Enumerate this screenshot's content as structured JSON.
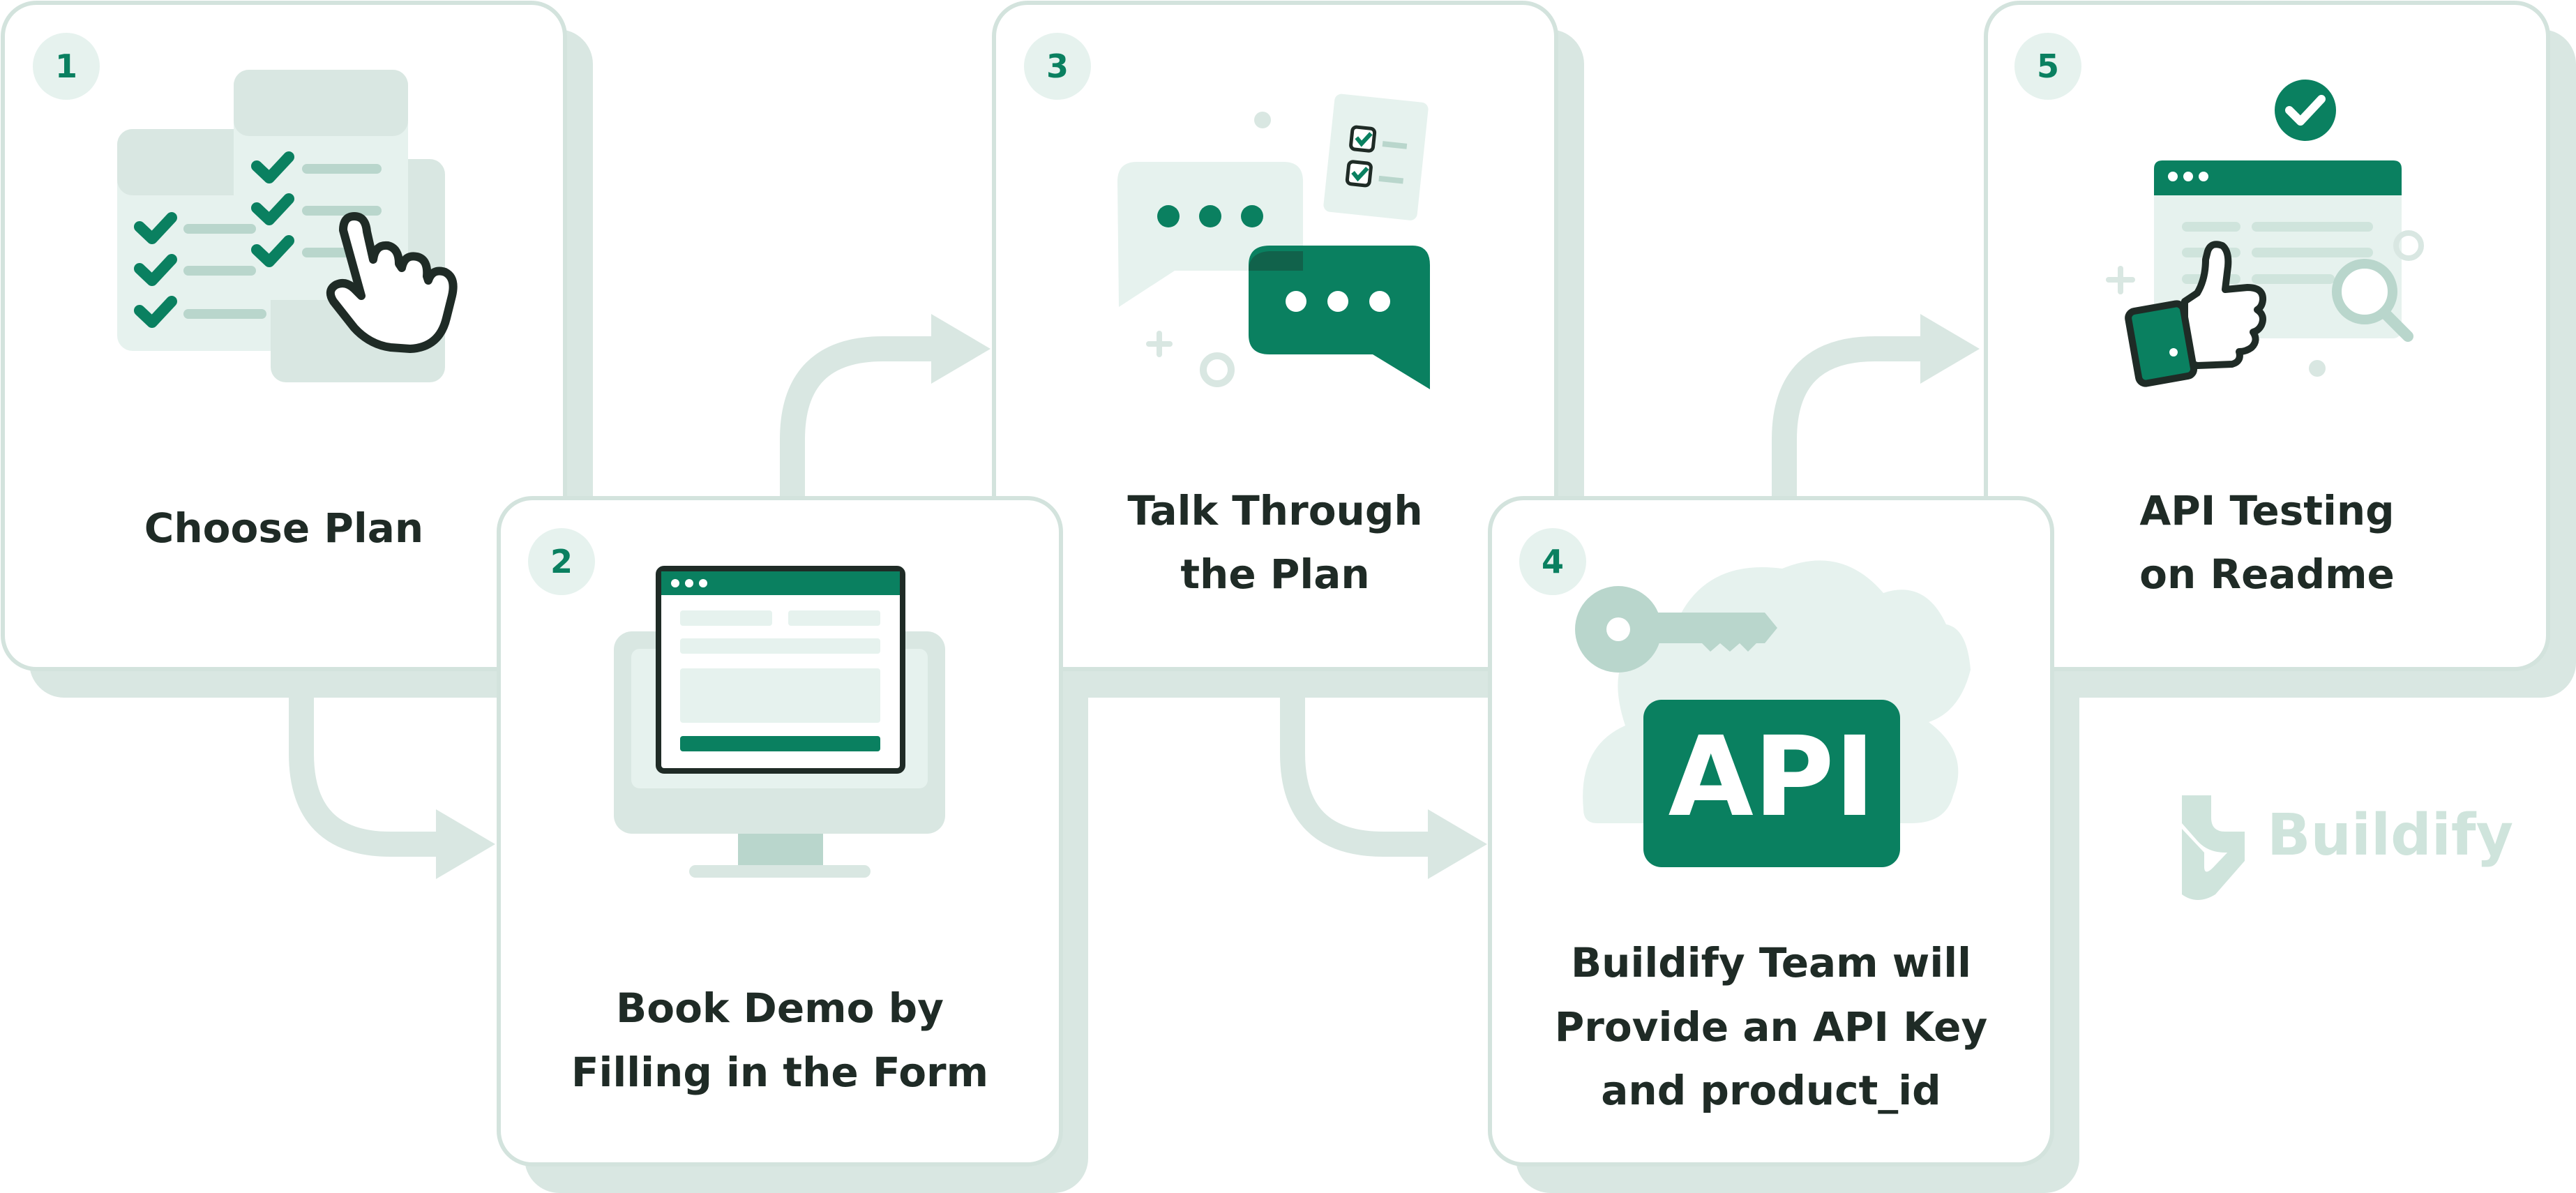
{
  "steps": [
    {
      "number": "1",
      "title_lines": [
        "Choose Plan"
      ]
    },
    {
      "number": "2",
      "title_lines": [
        "Book Demo by",
        "Filling in the Form"
      ]
    },
    {
      "number": "3",
      "title_lines": [
        "Talk Through",
        "the Plan"
      ]
    },
    {
      "number": "4",
      "title_lines": [
        "Buildify Team will",
        "Provide an API Key",
        "and product_id"
      ]
    },
    {
      "number": "5",
      "title_lines": [
        "API Testing",
        "on Readme"
      ]
    }
  ],
  "api_badge": "API",
  "brand": {
    "name": "Buildify"
  },
  "colors": {
    "primary": "#0a8060",
    "light": "#e6f2ee",
    "mid": "#b9d6cc",
    "shadow": "#d9e7e2",
    "border": "#d3e3dd",
    "text": "#1f2b26"
  }
}
